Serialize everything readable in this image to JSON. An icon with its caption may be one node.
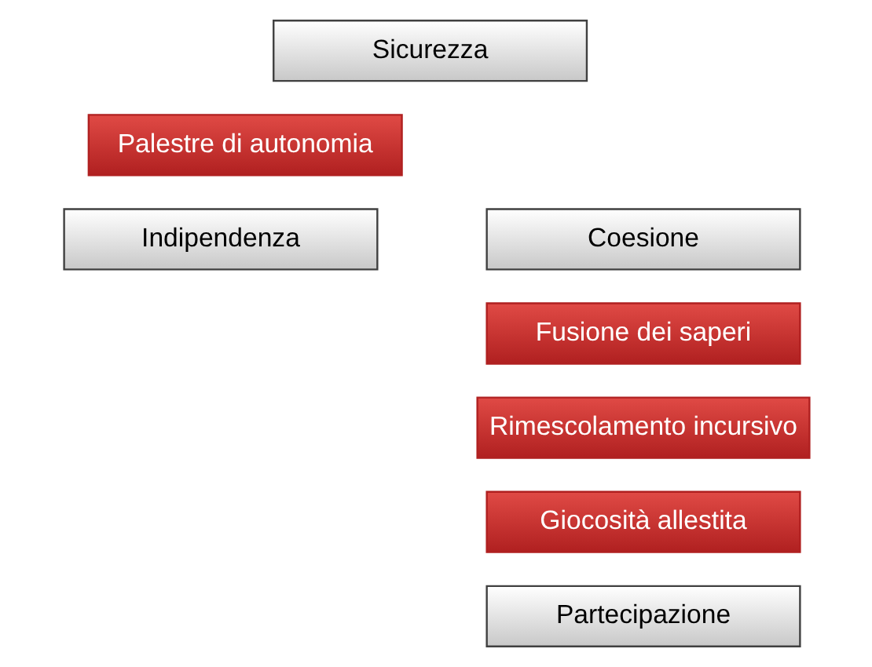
{
  "diagram": {
    "nodes": [
      {
        "text": [
          "Sicurezza"
        ]
      },
      {
        "text": [
          "Palestre di autonomia"
        ]
      },
      {
        "text": [
          "Indipendenza"
        ]
      },
      {
        "text": [
          "Coesione"
        ]
      },
      {
        "text": [
          "Fusione dei saperi"
        ]
      },
      {
        "text": [
          "Rimescolamento incursivo"
        ]
      },
      {
        "text": [
          "Giocosità allestita"
        ]
      },
      {
        "text": [
          "Partecipazione"
        ]
      }
    ]
  }
}
